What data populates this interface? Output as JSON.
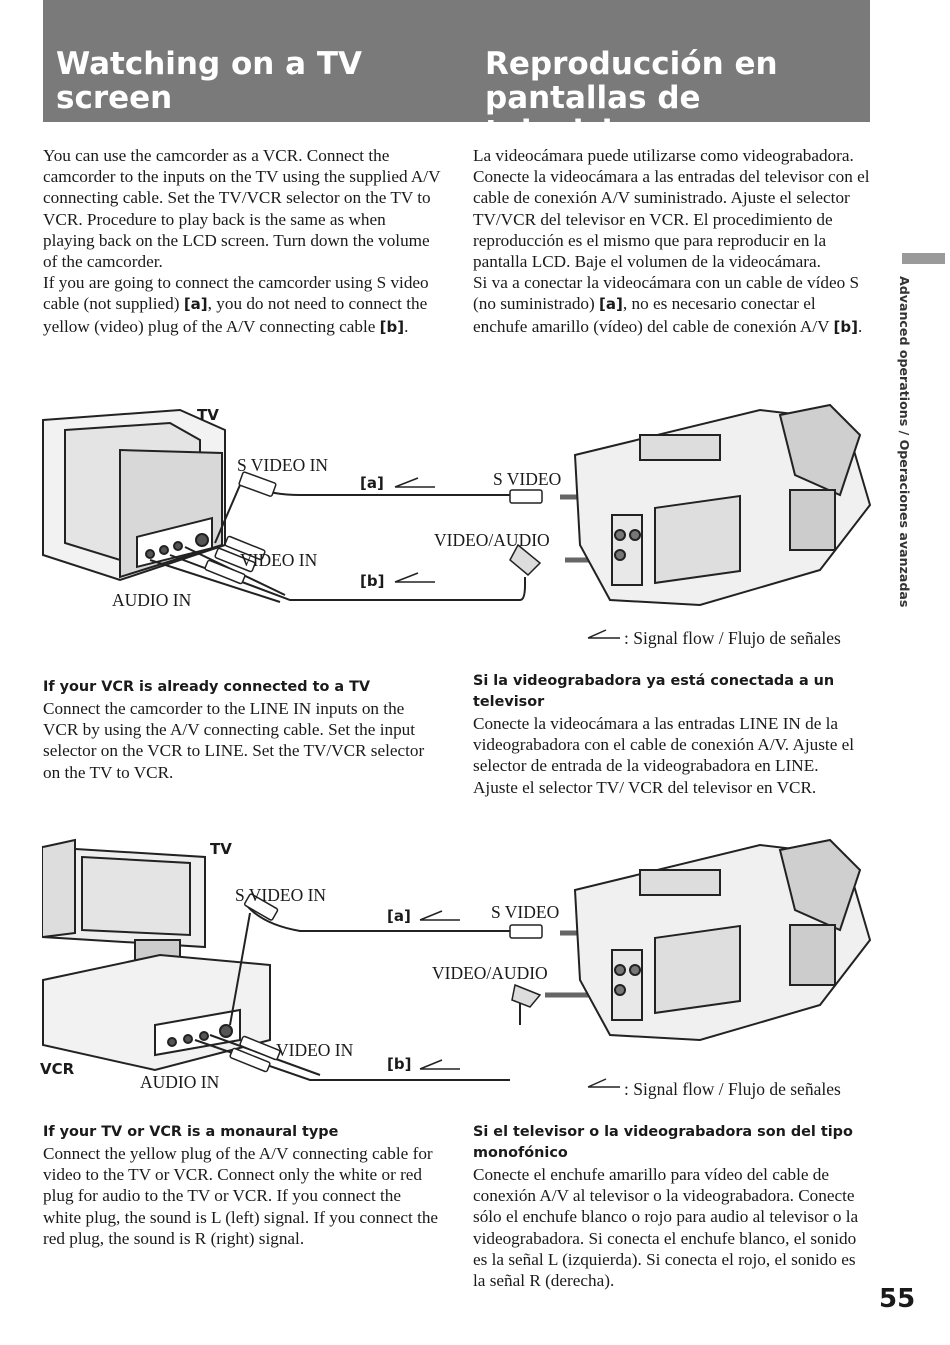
{
  "header": {
    "title_en_l1": "Watching on a TV",
    "title_en_l2": "screen",
    "title_es_l1": "Reproducción en",
    "title_es_l2": "pantallas de televisior"
  },
  "intro": {
    "en_p1": "You can use the camcorder as a VCR.  Connect the camcorder to the inputs on the TV using the supplied A/V connecting cable.  Set the TV/VCR selector on the TV to VCR.  Procedure to play back is the same as when playing back on the LCD screen.  Turn down the volume of the camcorder.",
    "en_p2_a": "If you are going to connect the camcorder using S video cable (not supplied) ",
    "en_p2_ref_a": "[a]",
    "en_p2_b": ", you do not need to connect the yellow (video) plug of the A/V connecting cable ",
    "en_p2_ref_b": "[b]",
    "en_p2_c": ".",
    "es_p1": "La videocámara puede utilizarse como videograbadora. Conecte la videocámara a las entradas del televisor con el cable de conexión A/V suministrado. Ajuste el selector TV/VCR del televisor en VCR. El procedimiento de reproducción es el mismo que para reproducir en la pantalla LCD. Baje el volumen de la videocámara.",
    "es_p2_a": "Si va a conectar la videocámara con un cable de vídeo S (no suministrado) ",
    "es_p2_ref_a": "[a]",
    "es_p2_b": ", no es necesario conectar el enchufe amarillo (vídeo) del cable de conexión A/V ",
    "es_p2_ref_b": "[b]",
    "es_p2_c": "."
  },
  "figure1": {
    "tv": "TV",
    "s_video_in": "S VIDEO IN",
    "video_in": "VIDEO IN",
    "audio_in": "AUDIO IN",
    "ref_a": "[a]",
    "ref_b": "[b]",
    "s_video": "S VIDEO",
    "video_audio": "VIDEO/AUDIO",
    "signal_flow": ": Signal flow / Flujo de señales"
  },
  "vcr_section": {
    "en_heading": "If your VCR is already connected to a TV",
    "en_body": "Connect the camcorder to the LINE IN inputs on the VCR by using the A/V connecting cable.  Set the input selector on the VCR to LINE.  Set the TV/VCR selector on the TV to VCR.",
    "es_heading": "Si la videograbadora ya está conectada a un televisor",
    "es_body": "Conecte la videocámara a las entradas LINE IN de la videograbadora con el cable de conexión A/V. Ajuste el selector de entrada de la videograbadora en LINE. Ajuste el selector TV/ VCR del televisor en VCR."
  },
  "figure2": {
    "tv": "TV",
    "vcr": "VCR",
    "s_video_in": "S VIDEO IN",
    "video_in": "VIDEO IN",
    "audio_in": "AUDIO IN",
    "ref_a": "[a]",
    "ref_b": "[b]",
    "s_video": "S VIDEO",
    "video_audio": "VIDEO/AUDIO",
    "signal_flow": ": Signal flow / Flujo de señales"
  },
  "mono_section": {
    "en_heading": "If your TV or VCR is a monaural type",
    "en_body": "Connect the yellow plug of the A/V connecting cable for video to the TV or VCR.  Connect only the white or red plug for audio to the TV or VCR. If you connect the white plug, the sound is L (left) signal.  If you connect the red plug, the sound is R (right) signal.",
    "es_heading": "Si el televisor o la videograbadora son del tipo monofónico",
    "es_body": "Conecte el enchufe amarillo para vídeo del cable de conexión A/V al televisor o la videograbadora. Conecte sólo el enchufe blanco o rojo para audio al televisor o la videograbadora. Si conecta el enchufe blanco, el sonido es la señal L (izquierda). Si conecta el rojo, el sonido es la señal R (derecha)."
  },
  "sidebar": {
    "section": "Advanced operations / Operaciones avanzadas"
  },
  "page_number": "55"
}
